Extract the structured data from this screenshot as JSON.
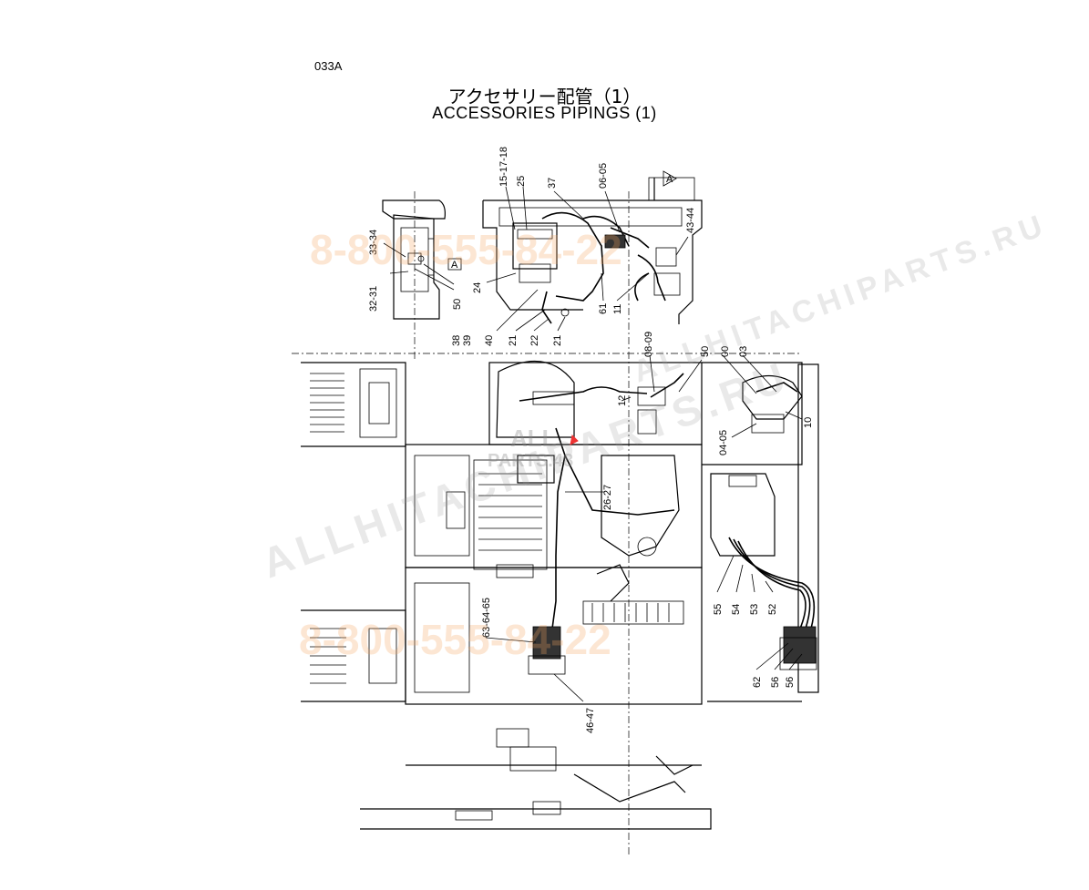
{
  "header": {
    "code": "033A",
    "title_jp": "アクセサリー配管（1）",
    "title_en": "ACCESSORIES PIPINGS (1)"
  },
  "view_marker": "A",
  "callouts": {
    "c15_17_18": "15-17-18",
    "c25": "25",
    "c37": "37",
    "c06_05": "06-05",
    "c43_44": "43-44",
    "c33_34": "33-34",
    "c32_31": "32-31",
    "c50a": "50",
    "c24": "24",
    "c61": "61",
    "c11": "11",
    "c38": "38",
    "c39": "39",
    "c40": "40",
    "c21a": "21",
    "c22": "22",
    "c21b": "21",
    "c08_09": "08-09",
    "c50b": "50",
    "c00": "00",
    "c03": "03",
    "c12": "12",
    "c04_05": "04-05",
    "c10": "10",
    "c26_27": "26-27",
    "c63_64_65": "63-64-65",
    "c46_47": "46-47",
    "c55": "55",
    "c54": "54",
    "c53": "53",
    "c52": "52",
    "c62": "62",
    "c56a": "56",
    "c56b": "56"
  },
  "watermarks": {
    "phone_top": "8-800-555-84-22",
    "site_top": "ALLHITACHIPARTS.RU",
    "logo_top": "ALL",
    "logo_bottom": "PARTS.48",
    "site_main": "ALLHITACHIPARTS.RU",
    "phone_bottom": "8-800-555-84-22"
  }
}
